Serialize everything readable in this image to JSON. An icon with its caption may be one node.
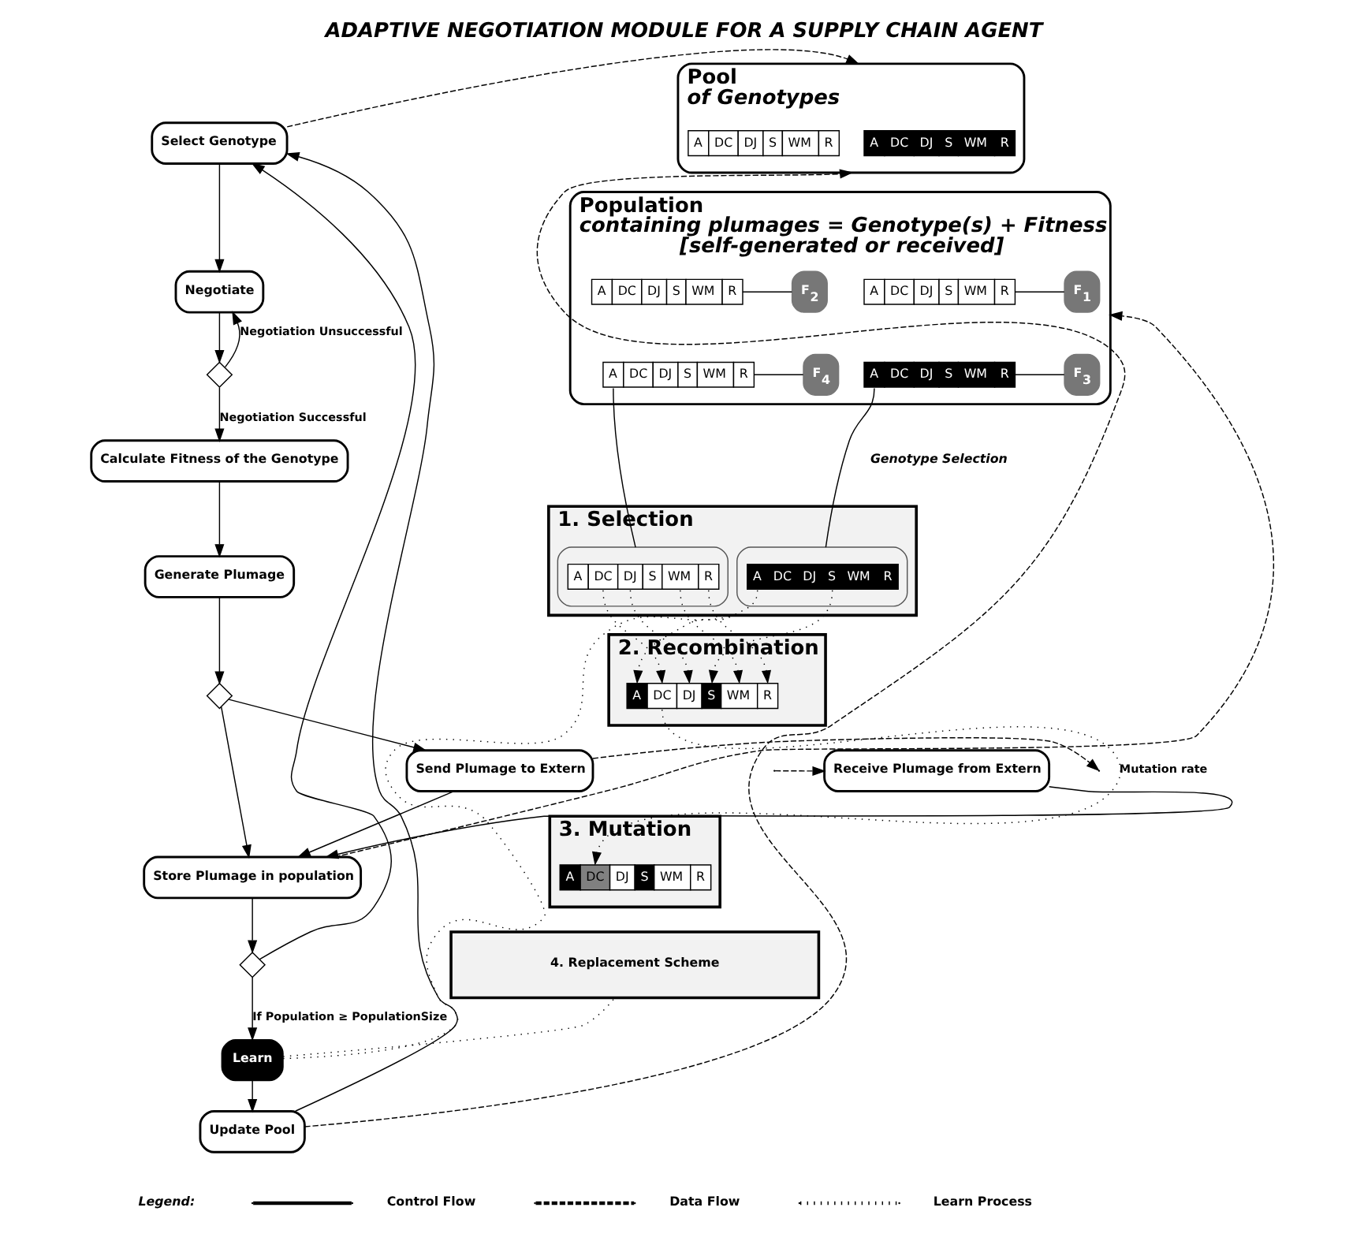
{
  "diagram": {
    "title": "ADAPTIVE NEGOTIATION MODULE FOR A SUPPLY CHAIN AGENT",
    "nodes": [
      {
        "text": [
          "Select Genotype"
        ]
      },
      {
        "text": [
          "Negotiate"
        ]
      },
      {
        "text": [],
        "shape": "diamond"
      },
      {
        "text": [
          "Calculate Fitness of the Genotype"
        ]
      },
      {
        "text": [
          "Generate Plumage"
        ]
      },
      {
        "text": [],
        "shape": "diamond"
      },
      {
        "text": [
          "Receive Plumage from Extern"
        ]
      },
      {
        "text": [
          "Send Plumage to Extern"
        ]
      },
      {
        "text": [
          "Store Plumage in population"
        ]
      },
      {
        "text": [],
        "shape": "diamond"
      },
      {
        "text": [
          "Learn"
        ]
      },
      {
        "text": [
          "Update Pool"
        ]
      },
      {
        "text": [
          "Pool",
          "of Genotypes"
        ]
      },
      {
        "text": [
          "A",
          "DC",
          "DJ",
          "S",
          "WM",
          "R"
        ],
        "in": 12
      },
      {
        "text": [
          "A",
          "DC",
          "DJ",
          "S",
          "WM",
          "R"
        ],
        "in": 12
      },
      {
        "text": [
          "Population",
          "containing plumages = Genotype(s) + Fitness",
          "[self-generated or received]"
        ]
      },
      {
        "text": [
          "A",
          "DC",
          "DJ",
          "S",
          "WM",
          "R"
        ],
        "in": 15
      },
      {
        "text": [
          "F$_{1}$"
        ],
        "in": 15
      },
      {
        "text": [
          "A",
          "DC",
          "DJ",
          "S",
          "WM",
          "R"
        ],
        "in": 15
      },
      {
        "text": [
          "F$_{2}$"
        ],
        "in": 15
      },
      {
        "text": [
          "A",
          "DC",
          "DJ",
          "S",
          "WM",
          "R"
        ],
        "in": 15
      },
      {
        "text": [
          "F$_{3}$"
        ],
        "in": 15
      },
      {
        "text": [
          "A",
          "DC",
          "DJ",
          "S",
          "WM",
          "R"
        ],
        "in": 15
      },
      {
        "text": [
          "F$_{4}$"
        ],
        "in": 15
      },
      {
        "text": [
          "1. Selection"
        ]
      },
      {
        "text": [],
        "shape": "ellipse",
        "in": 24
      },
      {
        "text": [
          "A",
          "DC",
          "DJ",
          "S",
          "WM",
          "R"
        ],
        "in": 25
      },
      {
        "text": [],
        "shape": "ellipse",
        "in": 24
      },
      {
        "text": [
          "A",
          "DC",
          "DJ",
          "S",
          "WM",
          "R"
        ],
        "in": 27
      },
      {
        "text": [
          "2. Recombination"
        ]
      },
      {
        "text": [
          "A",
          "DC",
          "DJ",
          "S",
          "WM",
          "R"
        ],
        "in": 29
      },
      {
        "text": [
          "3. Mutation"
        ]
      },
      {
        "text": [
          "A",
          "DC",
          "DJ",
          "S",
          "WM",
          "R"
        ],
        "in": 31
      },
      {
        "text": [
          "4. Replacement Scheme"
        ]
      }
    ],
    "edges": [
      {
        "from": 0,
        "to": 1,
        "arrow": "to"
      },
      {
        "from": 1,
        "to": 2,
        "arrow": "to"
      },
      {
        "from": 2,
        "to": 1,
        "arrow": "to",
        "label": "Negotiation Unsuccessful"
      },
      {
        "from": 2,
        "to": 3,
        "arrow": "to",
        "label": "Negotiation Successful"
      },
      {
        "from": 3,
        "to": 4,
        "arrow": "to"
      },
      {
        "from": 4,
        "to": 5,
        "arrow": "to"
      },
      {
        "from": 5,
        "to": 7,
        "arrow": "to"
      },
      {
        "from": 5,
        "to": 8,
        "arrow": "to"
      },
      {
        "from": 6,
        "to": 8,
        "arrow": "to"
      },
      {
        "from": 7,
        "to": 8,
        "arrow": "to"
      },
      {
        "from": 8,
        "to": 9,
        "arrow": "to"
      },
      {
        "from": 9,
        "to": 10,
        "arrow": "to",
        "label": "If Population ≥ PopulationSize"
      },
      {
        "from": 10,
        "to": 11,
        "arrow": "to"
      },
      {
        "from": 9,
        "to": 0,
        "arrow": "to"
      },
      {
        "from": 11,
        "to": 0,
        "arrow": "to"
      },
      {
        "from": null,
        "to": 6,
        "arrow": "to",
        "style": "dashed"
      },
      {
        "from": 7,
        "to": null,
        "arrow": "to",
        "style": "dashed"
      },
      {
        "from": 0,
        "to": 12,
        "arrow": "to",
        "style": "dashed"
      },
      {
        "from": 11,
        "to": 12,
        "arrow": "to",
        "style": "dashed"
      },
      {
        "from": 8,
        "to": 15,
        "arrow": "to",
        "style": "dashed"
      },
      {
        "from": 10,
        "to": 24,
        "arrow": "none",
        "style": "dashed"
      },
      {
        "from": 10,
        "to": 33,
        "arrow": "none",
        "style": "dashed"
      },
      {
        "from": 16,
        "to": 17,
        "arrow": "none"
      },
      {
        "from": 18,
        "to": 19,
        "arrow": "none"
      },
      {
        "from": 20,
        "to": 21,
        "arrow": "none"
      },
      {
        "from": 22,
        "to": 23,
        "arrow": "none"
      },
      {
        "from": 20,
        "to": 25,
        "arrow": "none"
      },
      {
        "from": 22,
        "to": 27,
        "arrow": "none"
      },
      {
        "from": 26,
        "to": 30,
        "arrow": "to",
        "style": "dashed"
      },
      {
        "from": 26,
        "to": 30,
        "arrow": "to",
        "style": "dashed"
      },
      {
        "from": 28,
        "to": 30,
        "arrow": "to",
        "style": "dashed"
      },
      {
        "from": 28,
        "to": 30,
        "arrow": "to",
        "style": "dashed"
      },
      {
        "from": 28,
        "to": 30,
        "arrow": "to",
        "style": "dashed"
      },
      {
        "from": 28,
        "to": 30,
        "arrow": "to",
        "style": "dashed"
      },
      {
        "from": 30,
        "to": 32,
        "arrow": "to",
        "style": "dashed",
        "label": "Mutation rate"
      }
    ],
    "labels": [
      "Genotype Selection",
      "Legend:"
    ],
    "legend": [
      {
        "text": "Control Flow"
      },
      {
        "text": "Data Flow"
      },
      {
        "text": "Learn Process"
      }
    ]
  }
}
